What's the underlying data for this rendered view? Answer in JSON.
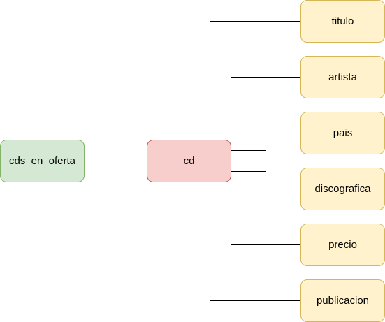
{
  "diagram": {
    "root": {
      "id": "cds_en_oferta",
      "label": "cds_en_oferta",
      "fill": "#d5e8d4",
      "stroke": "#82b366"
    },
    "parent": {
      "id": "cd",
      "label": "cd",
      "fill": "#f8cecc",
      "stroke": "#b85450"
    },
    "children_style": {
      "fill": "#fff2cc",
      "stroke": "#d6b656"
    },
    "children": [
      {
        "id": "titulo",
        "label": "titulo"
      },
      {
        "id": "artista",
        "label": "artista"
      },
      {
        "id": "pais",
        "label": "pais"
      },
      {
        "id": "discografica",
        "label": "discografica"
      },
      {
        "id": "precio",
        "label": "precio"
      },
      {
        "id": "publicacion",
        "label": "publicacion"
      }
    ],
    "line_color": "#000000"
  }
}
